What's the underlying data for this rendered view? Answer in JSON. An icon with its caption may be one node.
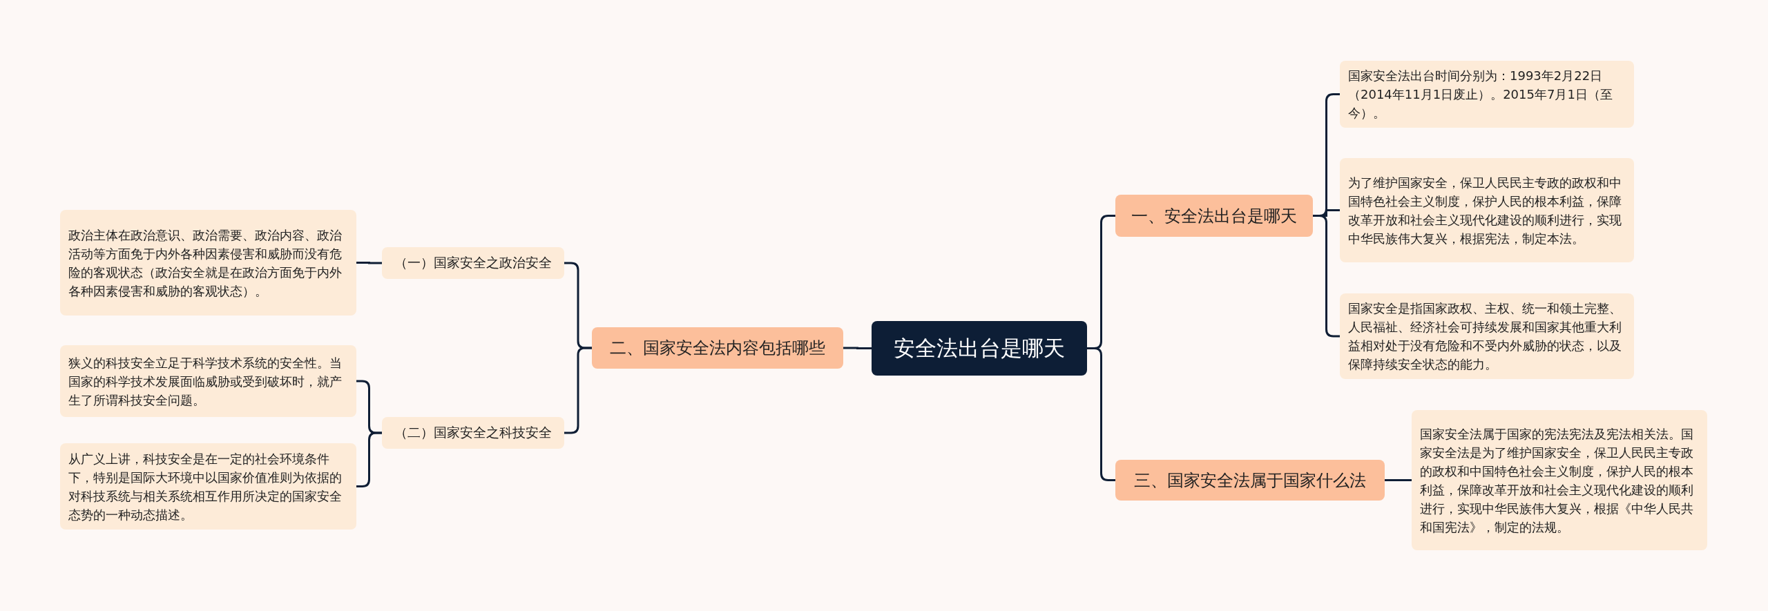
{
  "diagram": {
    "nodes": [
      {
        "text": [
          "安全法出台是哪天"
        ]
      },
      {
        "text": [
          "一、安全法出台是哪天"
        ]
      },
      {
        "text": [
          "国家安全法出台时间分别为：1993年2月22日（2014年11月1日废止）。2015年7月1日（至今）。"
        ]
      },
      {
        "text": [
          "为了维护国家安全，保卫人民民主专政的政权和中国特色社会主义制度，保护人民的根本利益，保障改革开放和社会主义现代化建设的顺利进行，实现中华民族伟大复兴，根据宪法，制定本法。"
        ]
      },
      {
        "text": [
          "国家安全是指国家政权、主权、统一和领土完整、人民福祉、经济社会可持续发展和国家其他重大利益相对处于没有危险和不受内外威胁的状态，以及保障持续安全状态的能力。"
        ]
      },
      {
        "text": [
          "二、国家安全法内容包括哪些"
        ]
      },
      {
        "text": [
          "（一）国家安全之政治安全"
        ]
      },
      {
        "text": [
          "政治主体在政治意识、政治需要、政治内容、政治活动等方面免于内外各种因素侵害和威胁而没有危险的客观状态（政治安全就是在政治方面免于内外各种因素侵害和威胁的客观状态）。"
        ]
      },
      {
        "text": [
          "（二）国家安全之科技安全"
        ]
      },
      {
        "text": [
          "狭义的科技安全立足于科学技术系统的安全性。当国家的科学技术发展面临威胁或受到破坏时，就产生了所谓科技安全问题。"
        ]
      },
      {
        "text": [
          "从广义上讲，科技安全是在一定的社会环境条件下，特别是国际大环境中以国家价值准则为依据的对科技系统与相关系统相互作用所决定的国家安全态势的一种动态描述。"
        ]
      },
      {
        "text": [
          "三、国家安全法属于国家什么法"
        ]
      },
      {
        "text": [
          "国家安全法属于国家的宪法宪法及宪法相关法。国家安全法是为了维护国家安全，保卫人民民主专政的政权和中国特色社会主义制度，保护人民的根本利益，保障改革开放和社会主义现代化建设的顺利进行，实现中华民族伟大复兴，根据《中华人民共和国宪法》，制定的法规。"
        ]
      }
    ],
    "edges": [
      {
        "from": 0,
        "to": 1,
        "arrow": "none"
      },
      {
        "from": 1,
        "to": 2,
        "arrow": "none"
      },
      {
        "from": 1,
        "to": 3,
        "arrow": "none"
      },
      {
        "from": 1,
        "to": 4,
        "arrow": "none"
      },
      {
        "from": 0,
        "to": 5,
        "arrow": "none"
      },
      {
        "from": 5,
        "to": 6,
        "arrow": "none"
      },
      {
        "from": 6,
        "to": 7,
        "arrow": "none"
      },
      {
        "from": 5,
        "to": 8,
        "arrow": "none"
      },
      {
        "from": 8,
        "to": 9,
        "arrow": "none"
      },
      {
        "from": 8,
        "to": 10,
        "arrow": "none"
      },
      {
        "from": 0,
        "to": 11,
        "arrow": "none"
      },
      {
        "from": 11,
        "to": 12,
        "arrow": "none"
      }
    ]
  }
}
